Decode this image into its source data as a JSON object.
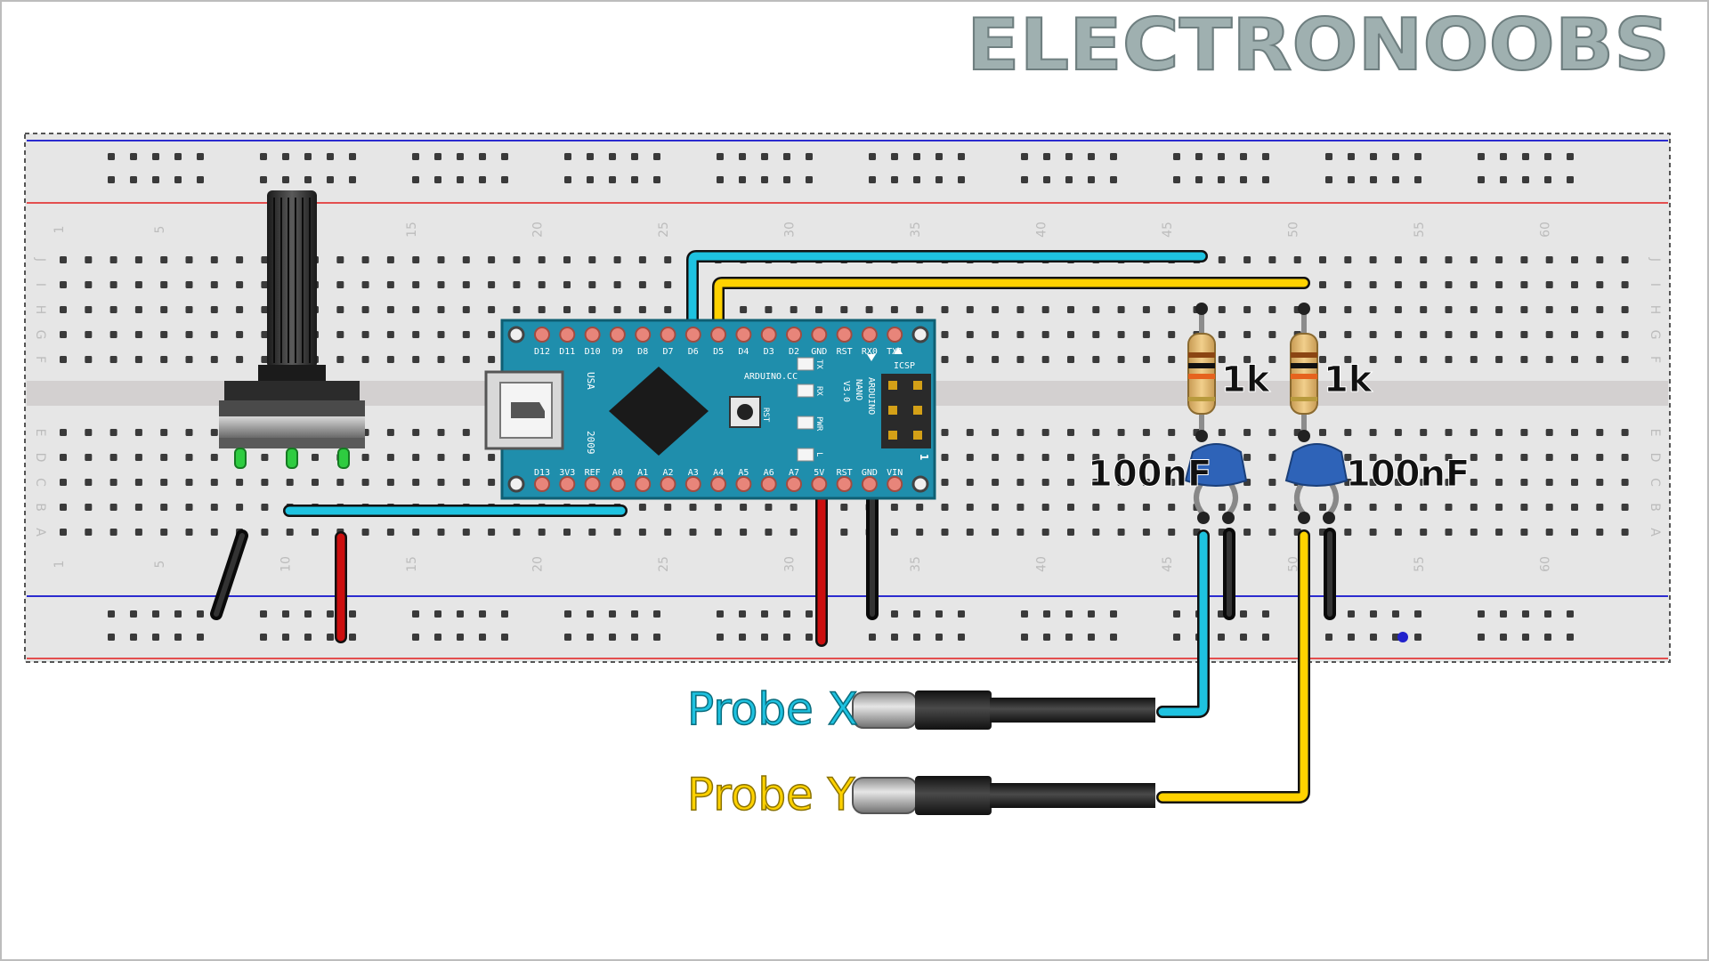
{
  "brand": {
    "logo_text": "ELECTRONOOBS"
  },
  "breadboard": {
    "row_letters_top": [
      "J",
      "I",
      "H",
      "G",
      "F"
    ],
    "row_letters_bottom": [
      "E",
      "D",
      "C",
      "B",
      "A"
    ],
    "column_numbers": [
      "1",
      "5",
      "10",
      "15",
      "20",
      "25",
      "30",
      "35",
      "40",
      "45",
      "50",
      "55",
      "60"
    ]
  },
  "nano": {
    "top_pins": [
      "D12",
      "D11",
      "D10",
      "D9",
      "D8",
      "D7",
      "D6",
      "D5",
      "D4",
      "D3",
      "D2",
      "GND",
      "RST",
      "RX0",
      "TX1"
    ],
    "bottom_pins": [
      "D13",
      "3V3",
      "REF",
      "A0",
      "A1",
      "A2",
      "A3",
      "A4",
      "A5",
      "A6",
      "A7",
      "5V",
      "RST",
      "GND",
      "VIN"
    ],
    "site": "ARDUINO.CC",
    "model": [
      "ARDUINO",
      "NANO",
      "V3.0"
    ],
    "usa": "USA",
    "year": "2009",
    "icsp": "ICSP",
    "led_labels": [
      "TX",
      "RX",
      "PWR",
      "L"
    ],
    "reset_label": "RST",
    "pin1_label": "1"
  },
  "components": {
    "resistor_left": "1k",
    "resistor_right": "1k",
    "cap_left": "100nF",
    "cap_right": "100nF"
  },
  "probes": {
    "x_label": "Probe X",
    "y_label": "Probe Y"
  },
  "colors": {
    "wire_cyan": "#1EC2E0",
    "wire_yellow": "#FFD200",
    "wire_red": "#CC0F0F",
    "wire_black": "#202020",
    "nano_blue": "#1F8EAC",
    "breadboard": "#E5E5E5",
    "rail_red": "#E34F4F",
    "rail_blue": "#2B2BCF"
  }
}
